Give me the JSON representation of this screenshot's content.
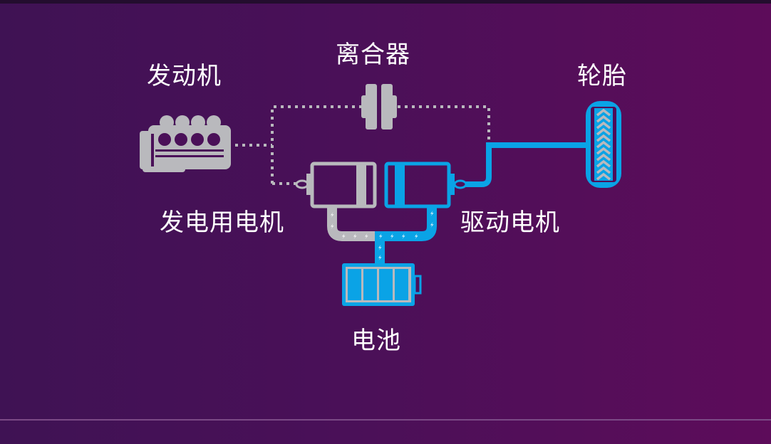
{
  "diagram": {
    "type": "hybrid-powertrain",
    "labels": {
      "engine": "发动机",
      "clutch": "离合器",
      "tire": "轮胎",
      "generator_motor": "发电用电机",
      "drive_motor": "驱动电机",
      "battery": "电池"
    },
    "icons": {
      "engine": "engine-icon",
      "clutch": "clutch-icon",
      "tire": "tire-icon",
      "generator_motor": "generator-motor-icon",
      "drive_motor": "drive-motor-icon",
      "battery": "battery-icon"
    },
    "colors": {
      "inactive": "#b9b9bd",
      "active": "#0aa3e6",
      "background_start": "#3f1254",
      "background_end": "#5d0c5a",
      "label": "#ffffff"
    },
    "battery_cells": 4,
    "connections": [
      {
        "from": "engine",
        "to": "clutch",
        "style": "dotted",
        "state": "inactive"
      },
      {
        "from": "engine",
        "to": "generator_motor",
        "style": "dotted",
        "state": "inactive"
      },
      {
        "from": "clutch",
        "to": "tire",
        "style": "dotted",
        "state": "inactive"
      },
      {
        "from": "drive_motor",
        "to": "tire",
        "style": "solid",
        "state": "active"
      },
      {
        "from": "generator_motor",
        "to": "battery",
        "style": "electric",
        "state": "inactive"
      },
      {
        "from": "drive_motor",
        "to": "battery",
        "style": "electric",
        "state": "active"
      }
    ]
  }
}
